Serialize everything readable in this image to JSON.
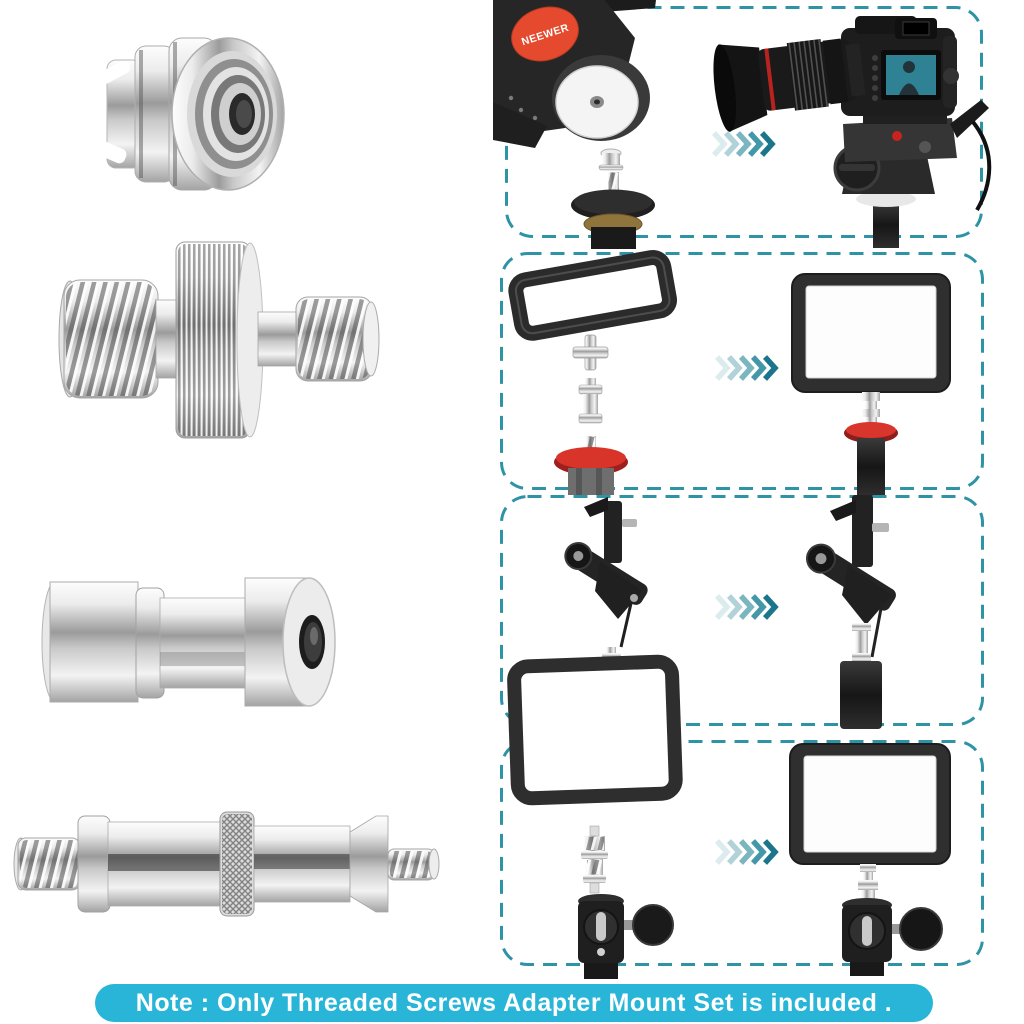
{
  "note": {
    "text": "Note : Only Threaded Screws Adapter Mount Set is included ."
  },
  "brand": {
    "logo_text": "NEEWER"
  },
  "chevron": {
    "direction": "right",
    "count": 5,
    "colors": [
      "#dcebee",
      "#b0d2d8",
      "#7ab5c0",
      "#4397a8",
      "#1b768b"
    ]
  },
  "colors": {
    "panel_border": "#2e93a5",
    "note_bg": "#29b5d8",
    "note_text": "#ffffff",
    "logo_red": "#e64a2e",
    "camera_screen_teal": "#2e8294",
    "mount_red": "#c42823",
    "collar_red": "#c3272b",
    "metal_light": "#f2f2f2",
    "metal_dark": "#9b9b9b",
    "product_black": "#1f1f1f"
  }
}
